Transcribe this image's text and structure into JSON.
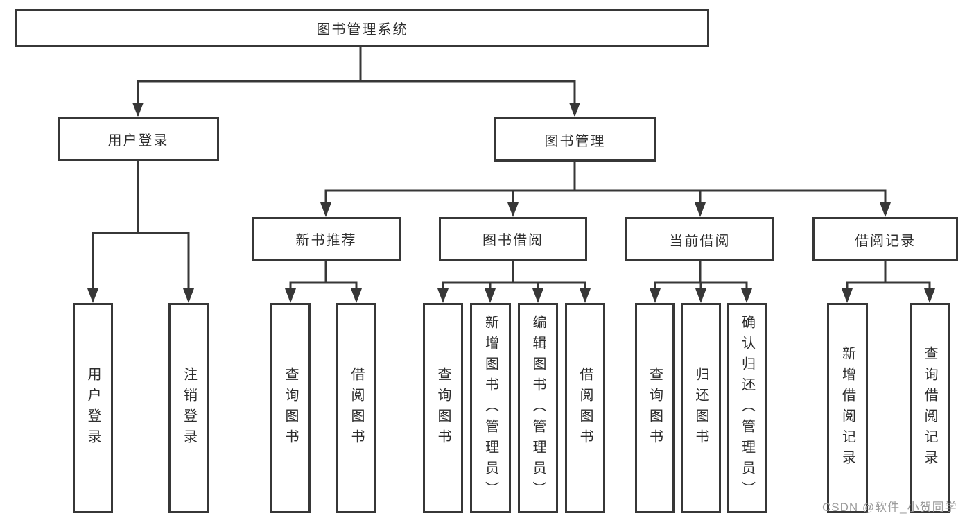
{
  "colors": {
    "line": "#373737",
    "text": "#2d2d2d",
    "watermark": "#9c9c9c",
    "background": "#ffffff"
  },
  "watermark": "CSDN @软件_小贺同学",
  "diagram": {
    "type": "tree",
    "root_label": "图书管理系统",
    "nodes": {
      "user_login": "用户登录",
      "book_mgmt": "图书管理",
      "new_book": "新书推荐",
      "book_borrow": "图书借阅",
      "current_borrow": "当前借阅",
      "borrow_record": "借阅记录",
      "ul_user_login": "用户登录",
      "ul_logout": "注销登录",
      "nb_query": "查询图书",
      "nb_borrow": "借阅图书",
      "bb_query": "查询图书",
      "bb_add": "新增图书（管理员）",
      "bb_edit": "编辑图书（管理员）",
      "bb_borrow": "借阅图书",
      "cb_query": "查询图书",
      "cb_return": "归还图书",
      "cb_confirm": "确认归还（管理员）",
      "br_add": "新增借阅记录",
      "br_query": "查询借阅记录"
    },
    "edges": [
      [
        "图书管理系统",
        "用户登录"
      ],
      [
        "图书管理系统",
        "图书管理"
      ],
      [
        "用户登录",
        "用户登录(子)"
      ],
      [
        "用户登录",
        "注销登录"
      ],
      [
        "图书管理",
        "新书推荐"
      ],
      [
        "图书管理",
        "图书借阅"
      ],
      [
        "图书管理",
        "当前借阅"
      ],
      [
        "图书管理",
        "借阅记录"
      ],
      [
        "新书推荐",
        "查询图书"
      ],
      [
        "新书推荐",
        "借阅图书"
      ],
      [
        "图书借阅",
        "查询图书"
      ],
      [
        "图书借阅",
        "新增图书（管理员）"
      ],
      [
        "图书借阅",
        "编辑图书（管理员）"
      ],
      [
        "图书借阅",
        "借阅图书"
      ],
      [
        "当前借阅",
        "查询图书"
      ],
      [
        "当前借阅",
        "归还图书"
      ],
      [
        "当前借阅",
        "确认归还（管理员）"
      ],
      [
        "借阅记录",
        "新增借阅记录"
      ],
      [
        "借阅记录",
        "查询借阅记录"
      ]
    ]
  }
}
